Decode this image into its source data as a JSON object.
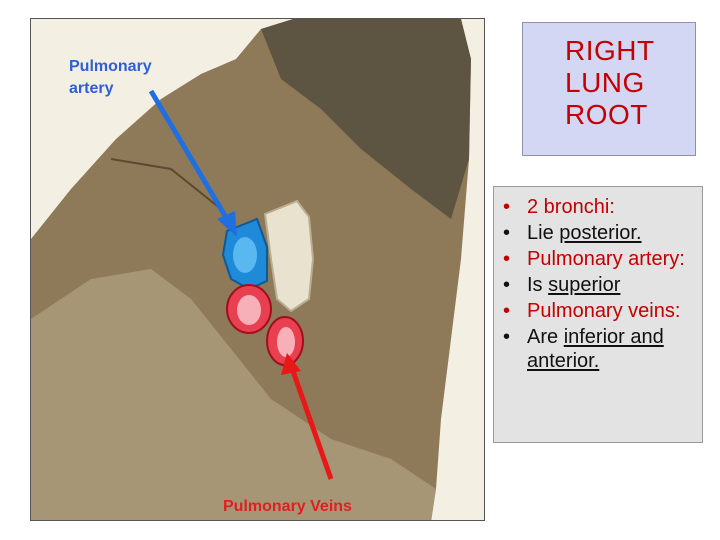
{
  "slide": {
    "title_lines": [
      "RIGHT",
      "LUNG",
      "ROOT"
    ],
    "photo": {
      "label_artery": [
        "Pulmonary",
        "artery"
      ],
      "label_veins": "Pulmonary Veins",
      "artery_color": "#2a8fd6",
      "veins_color": "#e82020"
    },
    "points": [
      {
        "lead": "2 bronchi:",
        "rest": ""
      },
      {
        "lead": "Lie ",
        "rest": "posterior."
      },
      {
        "lead": "Pulmonary artery:",
        "rest": ""
      },
      {
        "lead": "Is ",
        "rest": "superior"
      },
      {
        "lead": "Pulmonary veins:",
        "rest": ""
      },
      {
        "lead": "Are ",
        "rest": "inferior and anterior."
      }
    ]
  }
}
